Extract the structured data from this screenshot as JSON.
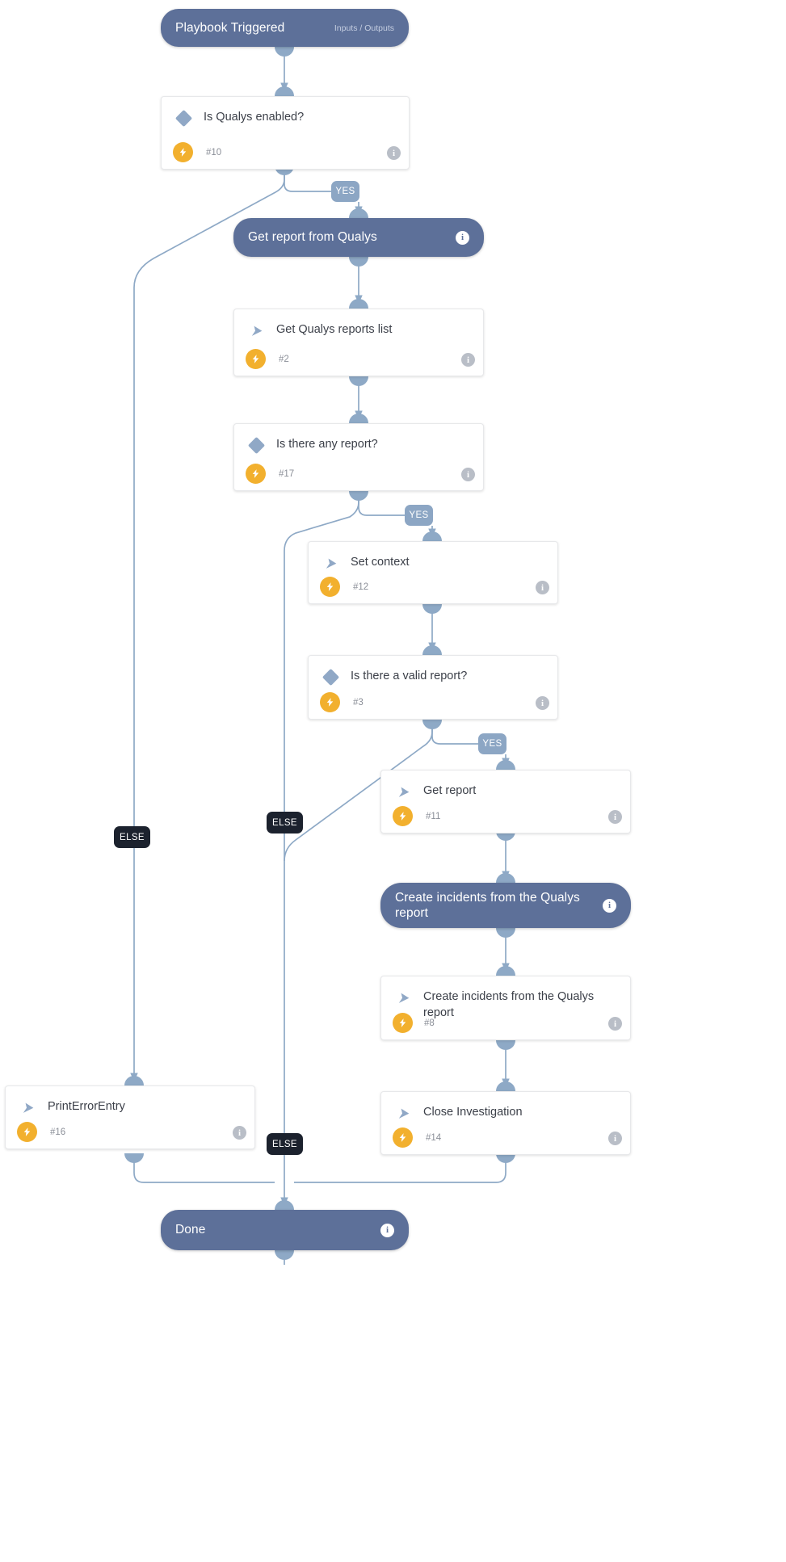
{
  "diagram": {
    "type": "playbook-workflow",
    "title": "Playbook Triggered",
    "colors": {
      "pill": "#5d7099",
      "card_border": "#e7e8ea",
      "edge": "#8ea9c6",
      "glyph": "#90a8c6",
      "bolt": "#f2b02e",
      "badge_yes": "#8ca6c4",
      "badge_else": "#1c222e"
    }
  },
  "nodes": {
    "start": {
      "kind": "start-pill",
      "title": "Playbook Triggered",
      "subtitle": "Inputs / Outputs",
      "info_icon": "info-icon"
    },
    "cond_qualys_enabled": {
      "kind": "condition-card",
      "glyph": "diamond-icon",
      "title": "Is Qualys enabled?",
      "number": "#10",
      "status_icon": "bolt-icon",
      "info_icon": "info-icon"
    },
    "section_get_report": {
      "kind": "section-pill",
      "title": "Get report from Qualys",
      "info_icon": "info-icon"
    },
    "task_reports_list": {
      "kind": "task-card",
      "glyph": "chevron-icon",
      "title": "Get Qualys reports list",
      "number": "#2",
      "status_icon": "bolt-icon",
      "info_icon": "info-icon"
    },
    "cond_any_report": {
      "kind": "condition-card",
      "glyph": "diamond-icon",
      "title": "Is there any report?",
      "number": "#17",
      "status_icon": "bolt-icon",
      "info_icon": "info-icon"
    },
    "task_set_context": {
      "kind": "task-card",
      "glyph": "chevron-icon",
      "title": "Set context",
      "number": "#12",
      "status_icon": "bolt-icon",
      "info_icon": "info-icon"
    },
    "cond_valid_report": {
      "kind": "condition-card",
      "glyph": "diamond-icon",
      "title": "Is there a valid report?",
      "number": "#3",
      "status_icon": "bolt-icon",
      "info_icon": "info-icon"
    },
    "task_get_report": {
      "kind": "task-card",
      "glyph": "chevron-icon",
      "title": "Get report",
      "number": "#11",
      "status_icon": "bolt-icon",
      "info_icon": "info-icon"
    },
    "section_create_incidents": {
      "kind": "section-pill",
      "title": "Create incidents from the Qualys report",
      "info_icon": "info-icon"
    },
    "task_create_incidents": {
      "kind": "task-card",
      "glyph": "chevron-icon",
      "title": "Create incidents from the Qualys report",
      "number": "#8",
      "status_icon": "bolt-icon",
      "info_icon": "info-icon"
    },
    "task_close_investigation": {
      "kind": "task-card",
      "glyph": "chevron-icon",
      "title": "Close Investigation",
      "number": "#14",
      "status_icon": "bolt-icon",
      "info_icon": "info-icon"
    },
    "task_print_error": {
      "kind": "task-card",
      "glyph": "chevron-icon",
      "title": "PrintErrorEntry",
      "number": "#16",
      "status_icon": "bolt-icon",
      "info_icon": "info-icon"
    },
    "end": {
      "kind": "end-pill",
      "title": "Done",
      "info_icon": "info-icon"
    }
  },
  "branch_labels": {
    "yes_1": "YES",
    "yes_2": "YES",
    "yes_3": "YES",
    "else_1": "ELSE",
    "else_2": "ELSE",
    "else_3": "ELSE"
  }
}
